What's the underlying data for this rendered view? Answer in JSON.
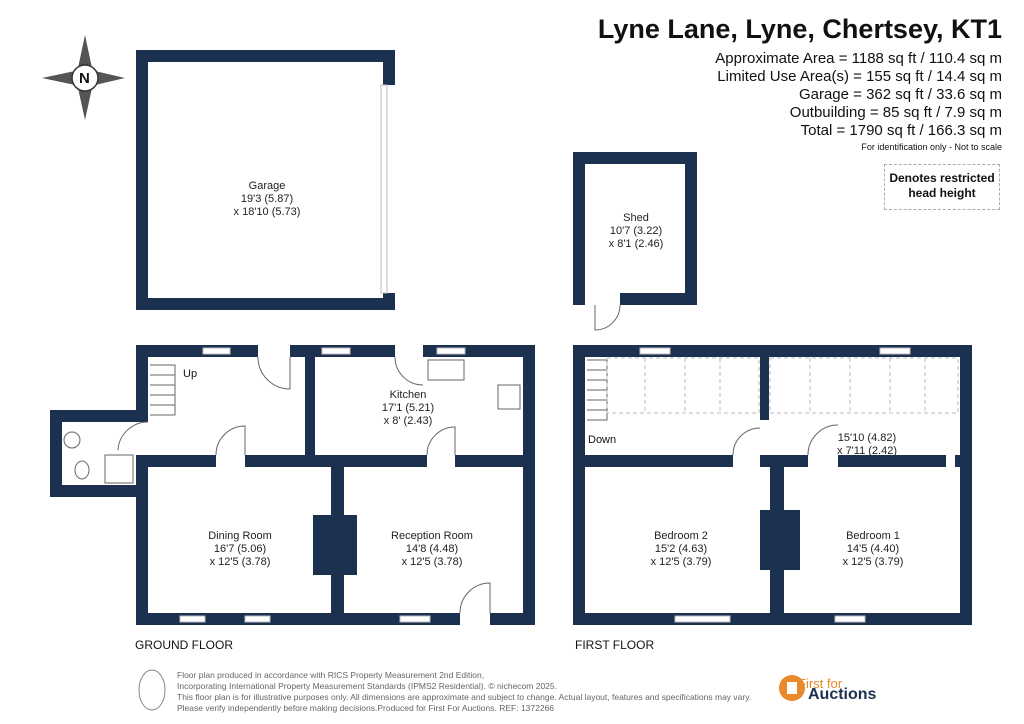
{
  "header": {
    "title": "Lyne Lane, Lyne, Chertsey, KT1",
    "areas": [
      "Approximate Area = 1188 sq ft / 110.4 sq m",
      "Limited Use Area(s) = 155 sq ft / 14.4 sq m",
      "Garage = 362 sq ft / 33.6 sq m",
      "Outbuilding = 85 sq ft / 7.9 sq m",
      "Total = 1790 sq ft / 166.3 sq m"
    ],
    "note": "For identification only - Not to scale",
    "legend": "Denotes restricted head height"
  },
  "compass": {
    "label": "N"
  },
  "colors": {
    "wall": "#1c3150",
    "accent": "#e8892b"
  },
  "rooms": {
    "garage": {
      "name": "Garage",
      "dim1": "19'3 (5.87)",
      "dim2": "x 18'10 (5.73)"
    },
    "shed": {
      "name": "Shed",
      "dim1": "10'7 (3.22)",
      "dim2": "x 8'1 (2.46)"
    },
    "kitchen": {
      "name": "Kitchen",
      "dim1": "17'1 (5.21)",
      "dim2": "x 8' (2.43)"
    },
    "dining": {
      "name": "Dining Room",
      "dim1": "16'7 (5.06)",
      "dim2": "x 12'5 (3.78)"
    },
    "reception": {
      "name": "Reception Room",
      "dim1": "14'8 (4.48)",
      "dim2": "x 12'5 (3.78)"
    },
    "landing": {
      "dim1": "15'10 (4.82)",
      "dim2": "x 7'11 (2.42)"
    },
    "bed2": {
      "name": "Bedroom 2",
      "dim1": "15'2 (4.63)",
      "dim2": "x 12'5 (3.79)"
    },
    "bed1": {
      "name": "Bedroom 1",
      "dim1": "14'5 (4.40)",
      "dim2": "x 12'5 (3.79)"
    },
    "stairs_up": "Up",
    "stairs_down": "Down"
  },
  "floors": {
    "ground": "GROUND FLOOR",
    "first": "FIRST FLOOR"
  },
  "footer": {
    "lines": [
      "Floor plan produced in accordance with RICS Property Measurement 2nd Edition,",
      "Incorporating International Property Measurement Standards (IPMS2 Residential).   © nichecom 2025.",
      "This floor plan is for illustrative purposes only. All dimensions are approximate and subject to change. Actual layout, features and specifications may vary.",
      "Please verify independently before making decisions.Produced for First For Auctions.    REF: 1372266"
    ],
    "logo_top": "First for",
    "logo_bottom": "Auctions"
  }
}
